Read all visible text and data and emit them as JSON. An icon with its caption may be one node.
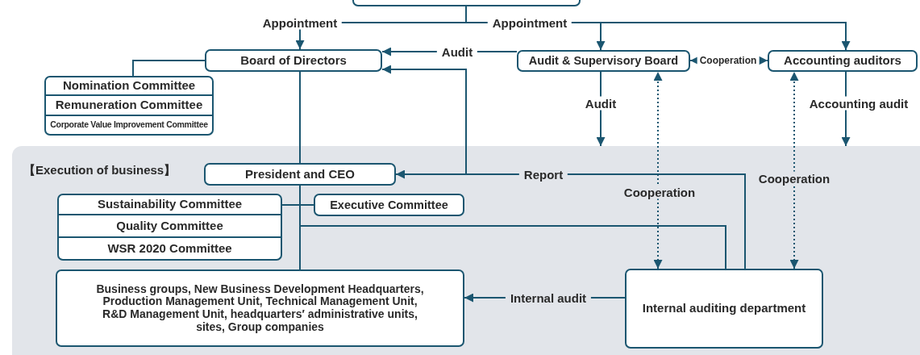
{
  "diagram": {
    "nodes": [
      {
        "text": [],
        "shape": "box"
      },
      {
        "text": [
          "Board of Directors"
        ]
      },
      {
        "text": [
          "Nomination Committee"
        ]
      },
      {
        "text": [
          "Remuneration Committee"
        ]
      },
      {
        "text": [
          "Corporate Value Improvement Committee"
        ]
      },
      {
        "text": [
          "Audit & Supervisory Board"
        ]
      },
      {
        "text": [
          "Accounting auditors"
        ]
      },
      {
        "text": [
          "【Execution of business】"
        ]
      },
      {
        "text": [
          "President and CEO"
        ],
        "in": 7
      },
      {
        "text": [
          "Sustainability Committee"
        ],
        "in": 7
      },
      {
        "text": [
          "Quality Committee"
        ],
        "in": 7
      },
      {
        "text": [
          "WSR 2020 Committee"
        ],
        "in": 7
      },
      {
        "text": [
          "Executive Committee"
        ],
        "in": 7
      },
      {
        "text": [
          "Business groups, New Business Development Headquarters, Production Management Unit, Technical Management Unit, R&D Management Unit, headquarters′ administrative units, sites, Group companies"
        ],
        "in": 7
      },
      {
        "text": [
          "Internal auditing department"
        ],
        "in": 7
      }
    ],
    "edges": [
      {
        "from": 0,
        "to": 1,
        "arrow": "to",
        "label": "Appointment"
      },
      {
        "from": 0,
        "to": 5,
        "arrow": "to",
        "label": "Appointment"
      },
      {
        "from": 0,
        "to": 6,
        "arrow": "to"
      },
      {
        "from": 5,
        "to": 1,
        "arrow": "to",
        "label": "Audit"
      },
      {
        "from": 5,
        "to": 6,
        "arrow": "both",
        "label": "Cooperation",
        "style": "dashed"
      },
      {
        "from": 5,
        "to": 7,
        "arrow": "to",
        "label": "Audit"
      },
      {
        "from": 6,
        "to": 7,
        "arrow": "to",
        "label": "Accounting audit"
      },
      {
        "from": 14,
        "to": 5,
        "arrow": "both",
        "label": "Cooperation",
        "style": "dashed"
      },
      {
        "from": 14,
        "to": 6,
        "arrow": "both",
        "label": "Cooperation",
        "style": "dashed"
      },
      {
        "from": 14,
        "to": 8,
        "arrow": "to",
        "label": "Report"
      },
      {
        "from": 14,
        "to": 1,
        "arrow": "to"
      },
      {
        "from": 1,
        "to": 8,
        "arrow": "none"
      },
      {
        "from": 1,
        "to": 2,
        "arrow": "none"
      },
      {
        "from": 8,
        "to": 13,
        "arrow": "none"
      },
      {
        "from": 8,
        "to": 9,
        "arrow": "none"
      },
      {
        "from": 8,
        "to": 12,
        "arrow": "none"
      },
      {
        "from": 8,
        "to": 14,
        "arrow": "none"
      },
      {
        "from": 14,
        "to": 13,
        "arrow": "to",
        "label": "Internal audit"
      }
    ]
  }
}
